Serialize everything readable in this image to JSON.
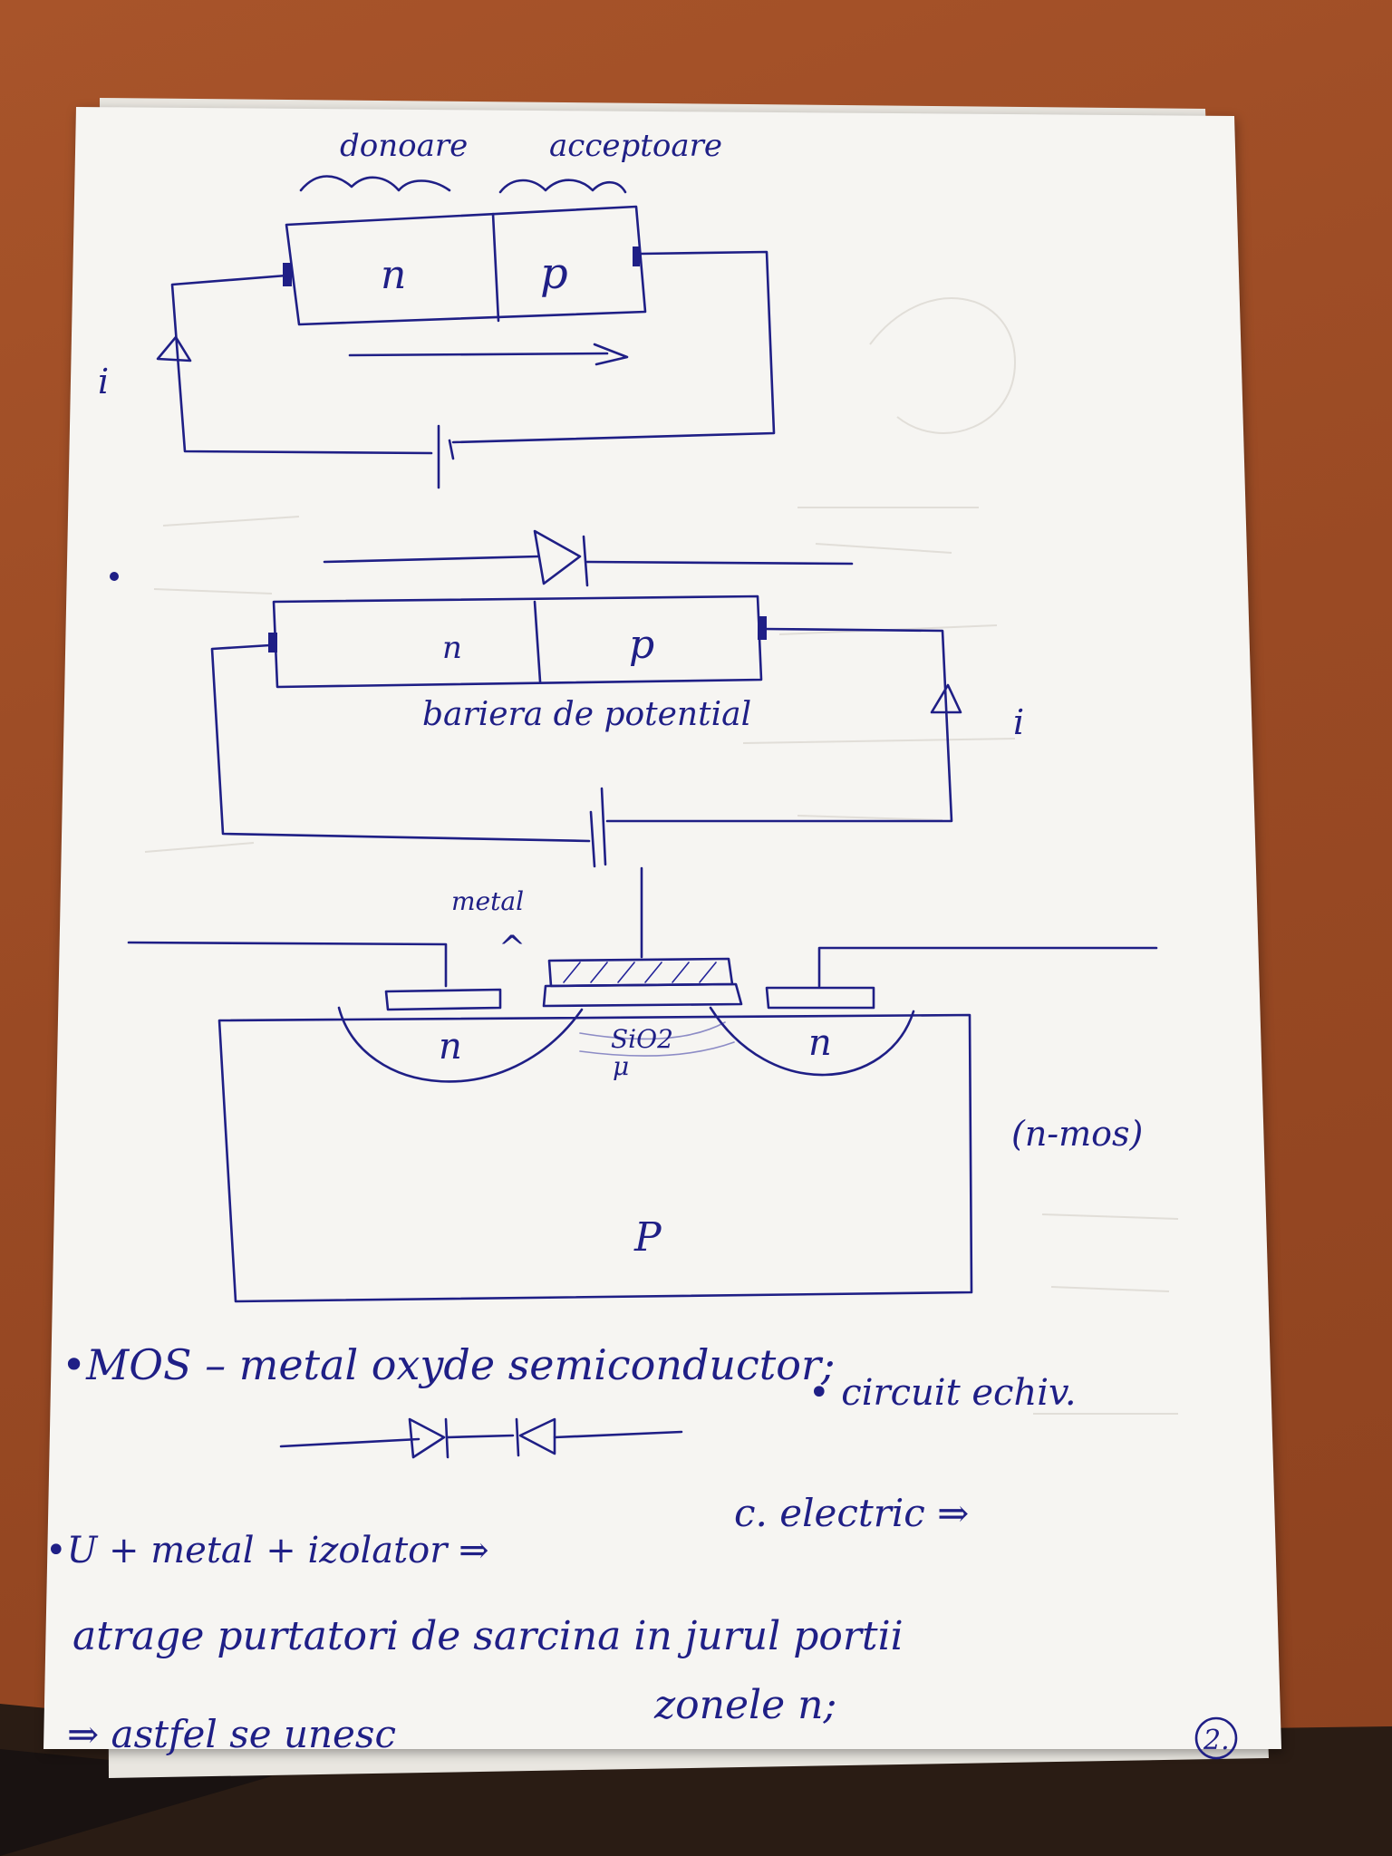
{
  "diagram1": {
    "label_donor": "donoare",
    "label_acceptor": "acceptoare",
    "region_n": "n",
    "region_p": "p",
    "current": "i"
  },
  "diagram2": {
    "region_n": "n",
    "region_p": "p",
    "barrier": "bariera de potential",
    "current": "i"
  },
  "mos": {
    "label_metal": "metal",
    "caret": "^",
    "region_n_left": "n",
    "region_n_right": "n",
    "oxide": "SiO2",
    "mu": "μ",
    "substrate": "P",
    "type_label": "(n-mos)"
  },
  "notes": {
    "line1": "•MOS – metal oxyde semiconductor;",
    "line2": "• circuit echiv.",
    "line3_a": "•U + metal + izolator ⇒",
    "line3_b": "c. electric ⇒",
    "line4": "atrage purtatori de sarcina in jurul portii",
    "line5_a": "⇒ astfel se unesc",
    "line5_b": "zonele n;",
    "page_number": "2."
  }
}
